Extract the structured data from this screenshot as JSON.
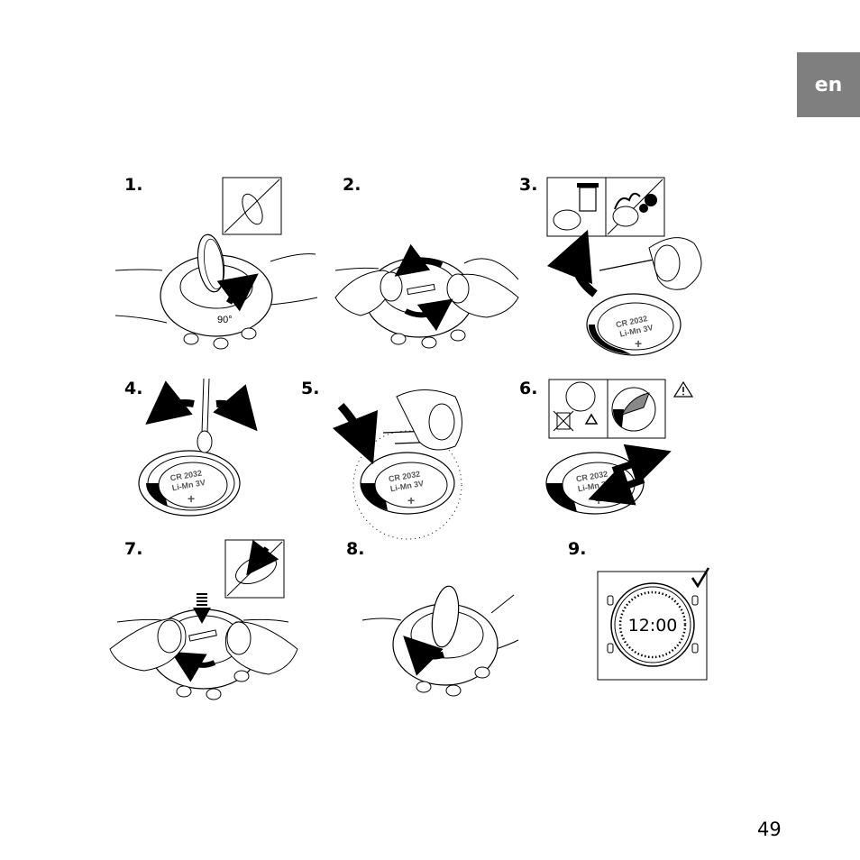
{
  "lang_tab": "en",
  "steps": [
    "1.",
    "2.",
    "3.",
    "4.",
    "5.",
    "6.",
    "7.",
    "8.",
    "9."
  ],
  "angle_label": "90°",
  "battery": {
    "line1": "CR 2032",
    "line2": "Li-Mn 3V",
    "plus": "+"
  },
  "display_time": "12:00",
  "page_number": "49"
}
